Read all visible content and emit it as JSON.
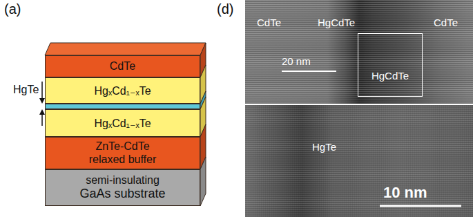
{
  "diagram": {
    "nodes": [
      {
        "text": [
          "CdTe"
        ]
      },
      {
        "text": [
          "HgₓCd₁₋ₓTe"
        ]
      },
      {
        "text": [
          "HgTe"
        ]
      },
      {
        "text": [
          "HgₓCd₁₋ₓTe"
        ]
      },
      {
        "text": [
          "ZnTe-CdTe relaxed buffer"
        ]
      },
      {
        "text": [
          "semi-insulating",
          "GaAs substrate"
        ]
      },
      {
        "text": [
          "CdTe",
          "HgCdTe",
          "CdTe",
          "20 nm"
        ]
      },
      {
        "text": [
          "HgCdTe"
        ],
        "in": 6
      },
      {
        "text": [
          "HgTe",
          "10 nm"
        ]
      }
    ],
    "labels": [
      "(a)",
      "(d)"
    ]
  }
}
